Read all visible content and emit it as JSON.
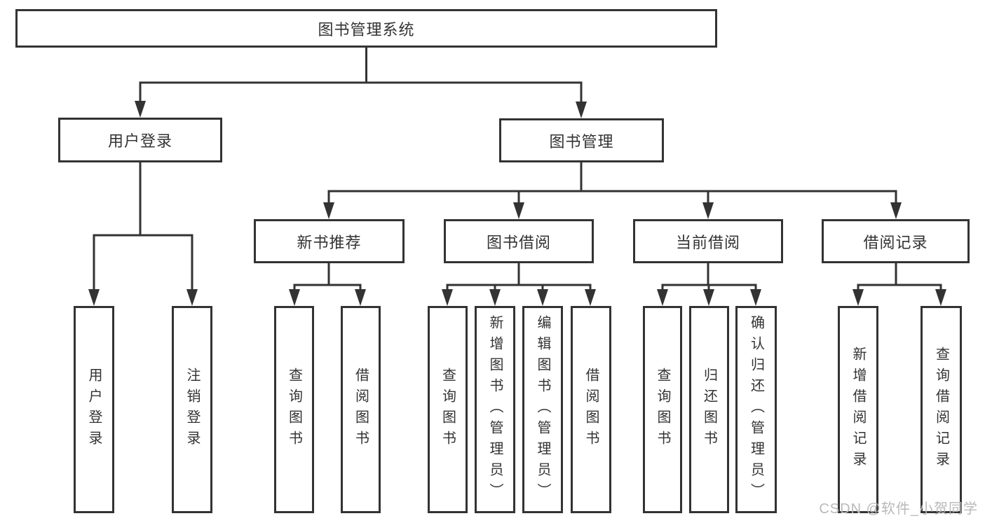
{
  "diagram": {
    "title": "图书管理系统",
    "root": {
      "label": "图书管理系统"
    },
    "level2": [
      {
        "label": "用户登录"
      },
      {
        "label": "图书管理"
      }
    ],
    "level3": [
      {
        "label": "新书推荐"
      },
      {
        "label": "图书借阅"
      },
      {
        "label": "当前借阅"
      },
      {
        "label": "借阅记录"
      }
    ],
    "leaves": {
      "user": [
        {
          "label": "用户登录"
        },
        {
          "label": "注销登录"
        }
      ],
      "newbook": [
        {
          "label": "查询图书"
        },
        {
          "label": "借阅图书"
        }
      ],
      "borrow": [
        {
          "label": "查询图书"
        },
        {
          "label": "新增图书（管理员）"
        },
        {
          "label": "编辑图书（管理员）"
        },
        {
          "label": "借阅图书"
        }
      ],
      "current": [
        {
          "label": "查询图书"
        },
        {
          "label": "归还图书"
        },
        {
          "label": "确认归还（管理员）"
        }
      ],
      "records": [
        {
          "label": "新增借阅记录"
        },
        {
          "label": "查询借阅记录"
        }
      ]
    },
    "colors": {
      "line": "#333333",
      "box_background": "#ffffff",
      "text": "#333333",
      "watermark": "#b9b9b9"
    },
    "watermark": "CSDN @软件_小贺同学"
  }
}
